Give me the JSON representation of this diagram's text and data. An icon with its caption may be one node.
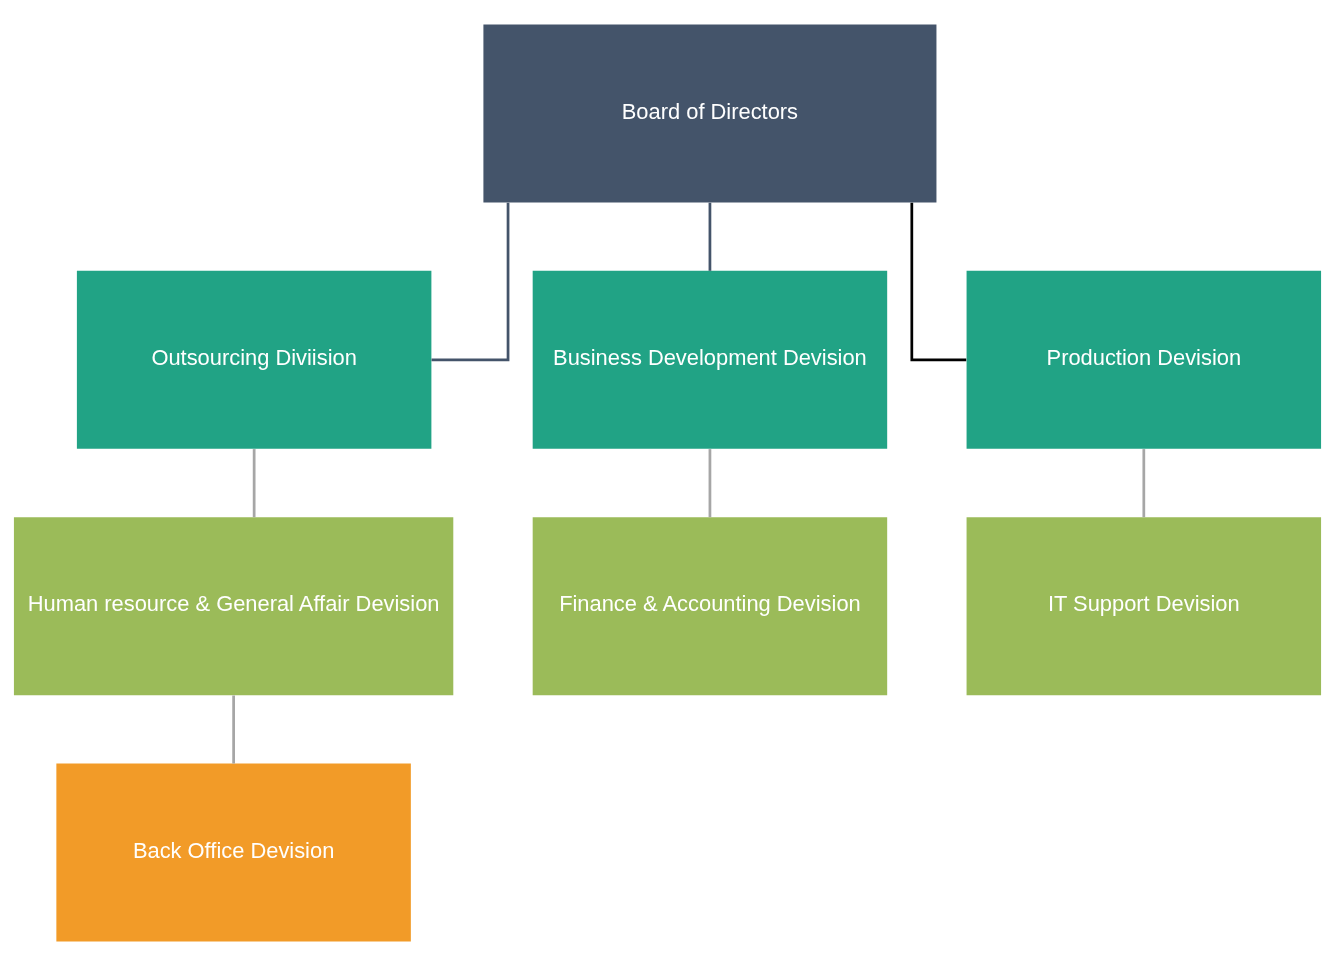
{
  "diagram": {
    "nodes": [
      {
        "text": [
          "Board of Directors"
        ]
      },
      {
        "text": [
          "Outsourcing Diviision"
        ]
      },
      {
        "text": [
          "Business Development Devision"
        ]
      },
      {
        "text": [
          "Production Devision"
        ]
      },
      {
        "text": [
          "Human resource & General Affair Devision"
        ]
      },
      {
        "text": [
          "Finance & Accounting Devision"
        ]
      },
      {
        "text": [
          "IT Support Devision"
        ]
      },
      {
        "text": [
          "Back Office Devision"
        ]
      }
    ],
    "edges": [
      {
        "from": 0,
        "to": 1,
        "arrow": "none",
        "color": "#44546a"
      },
      {
        "from": 0,
        "to": 2,
        "arrow": "none",
        "color": "#44546a"
      },
      {
        "from": 0,
        "to": 3,
        "arrow": "none",
        "color": "#000000"
      },
      {
        "from": 1,
        "to": 4,
        "arrow": "none"
      },
      {
        "from": 2,
        "to": 5,
        "arrow": "none"
      },
      {
        "from": 3,
        "to": 6,
        "arrow": "none"
      },
      {
        "from": 4,
        "to": 7,
        "arrow": "none"
      }
    ]
  }
}
